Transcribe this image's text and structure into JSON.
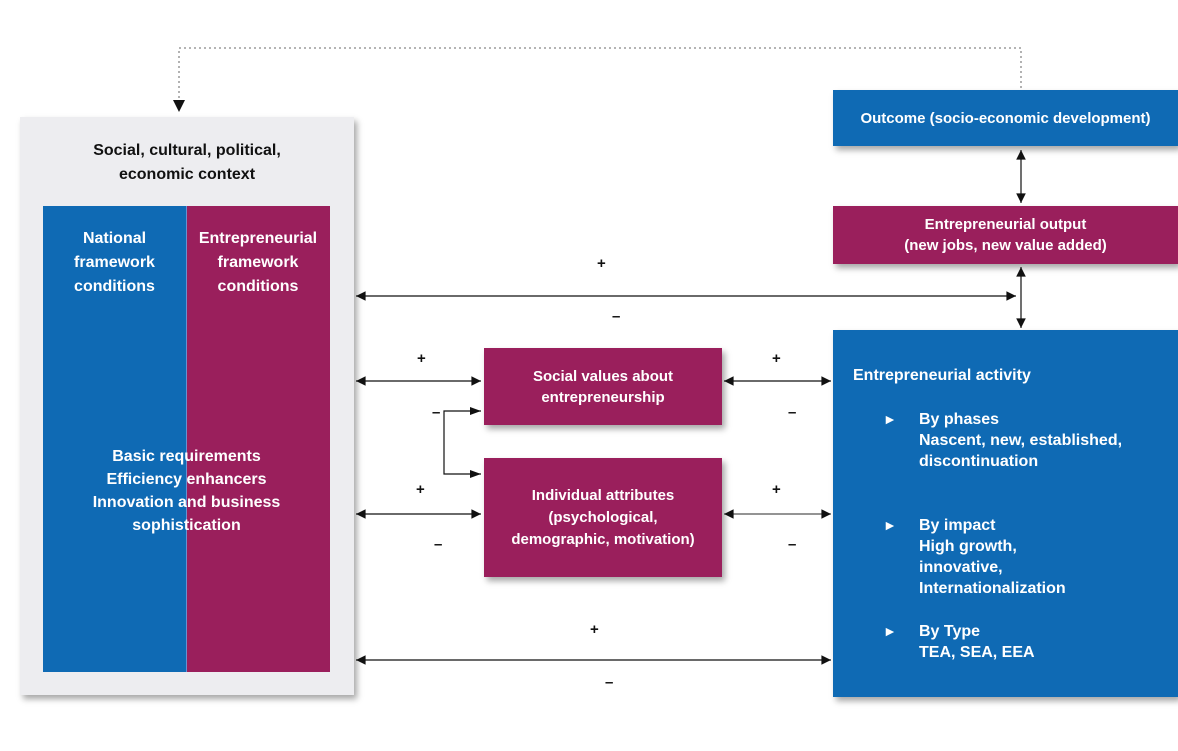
{
  "context_box": {
    "title": [
      "Social, cultural, political,",
      "economic context"
    ],
    "national": [
      "National",
      "framework",
      "conditions"
    ],
    "entrepreneurial": [
      "Entrepreneurial",
      "framework",
      "conditions"
    ],
    "requirements": [
      "Basic requirements",
      "Efficiency enhancers",
      "Innovation and business",
      "sophistication"
    ]
  },
  "outcome": "Outcome (socio-economic development)",
  "output": [
    "Entrepreneurial output",
    "(new jobs, new value added)"
  ],
  "social_values": [
    "Social values about",
    "entrepreneurship"
  ],
  "individual": [
    "Individual attributes",
    "(psychological,",
    "demographic, motivation)"
  ],
  "activity": {
    "title": "Entrepreneurial activity",
    "bullet_glyph": "►",
    "items": [
      {
        "head": "By phases",
        "lines": [
          "Nascent, new, established,",
          "discontinuation"
        ]
      },
      {
        "head": "By impact",
        "lines": [
          "High growth,",
          "innovative,",
          "Internationalization"
        ]
      },
      {
        "head": "By Type",
        "lines": [
          "TEA, SEA, EEA"
        ]
      }
    ]
  },
  "signs": {
    "plus": "+",
    "minus": "–",
    "minus_short": "–"
  },
  "colors": {
    "blue": "#0f6ab4",
    "purple": "#9a1f5c",
    "panel": "#ededf0"
  }
}
